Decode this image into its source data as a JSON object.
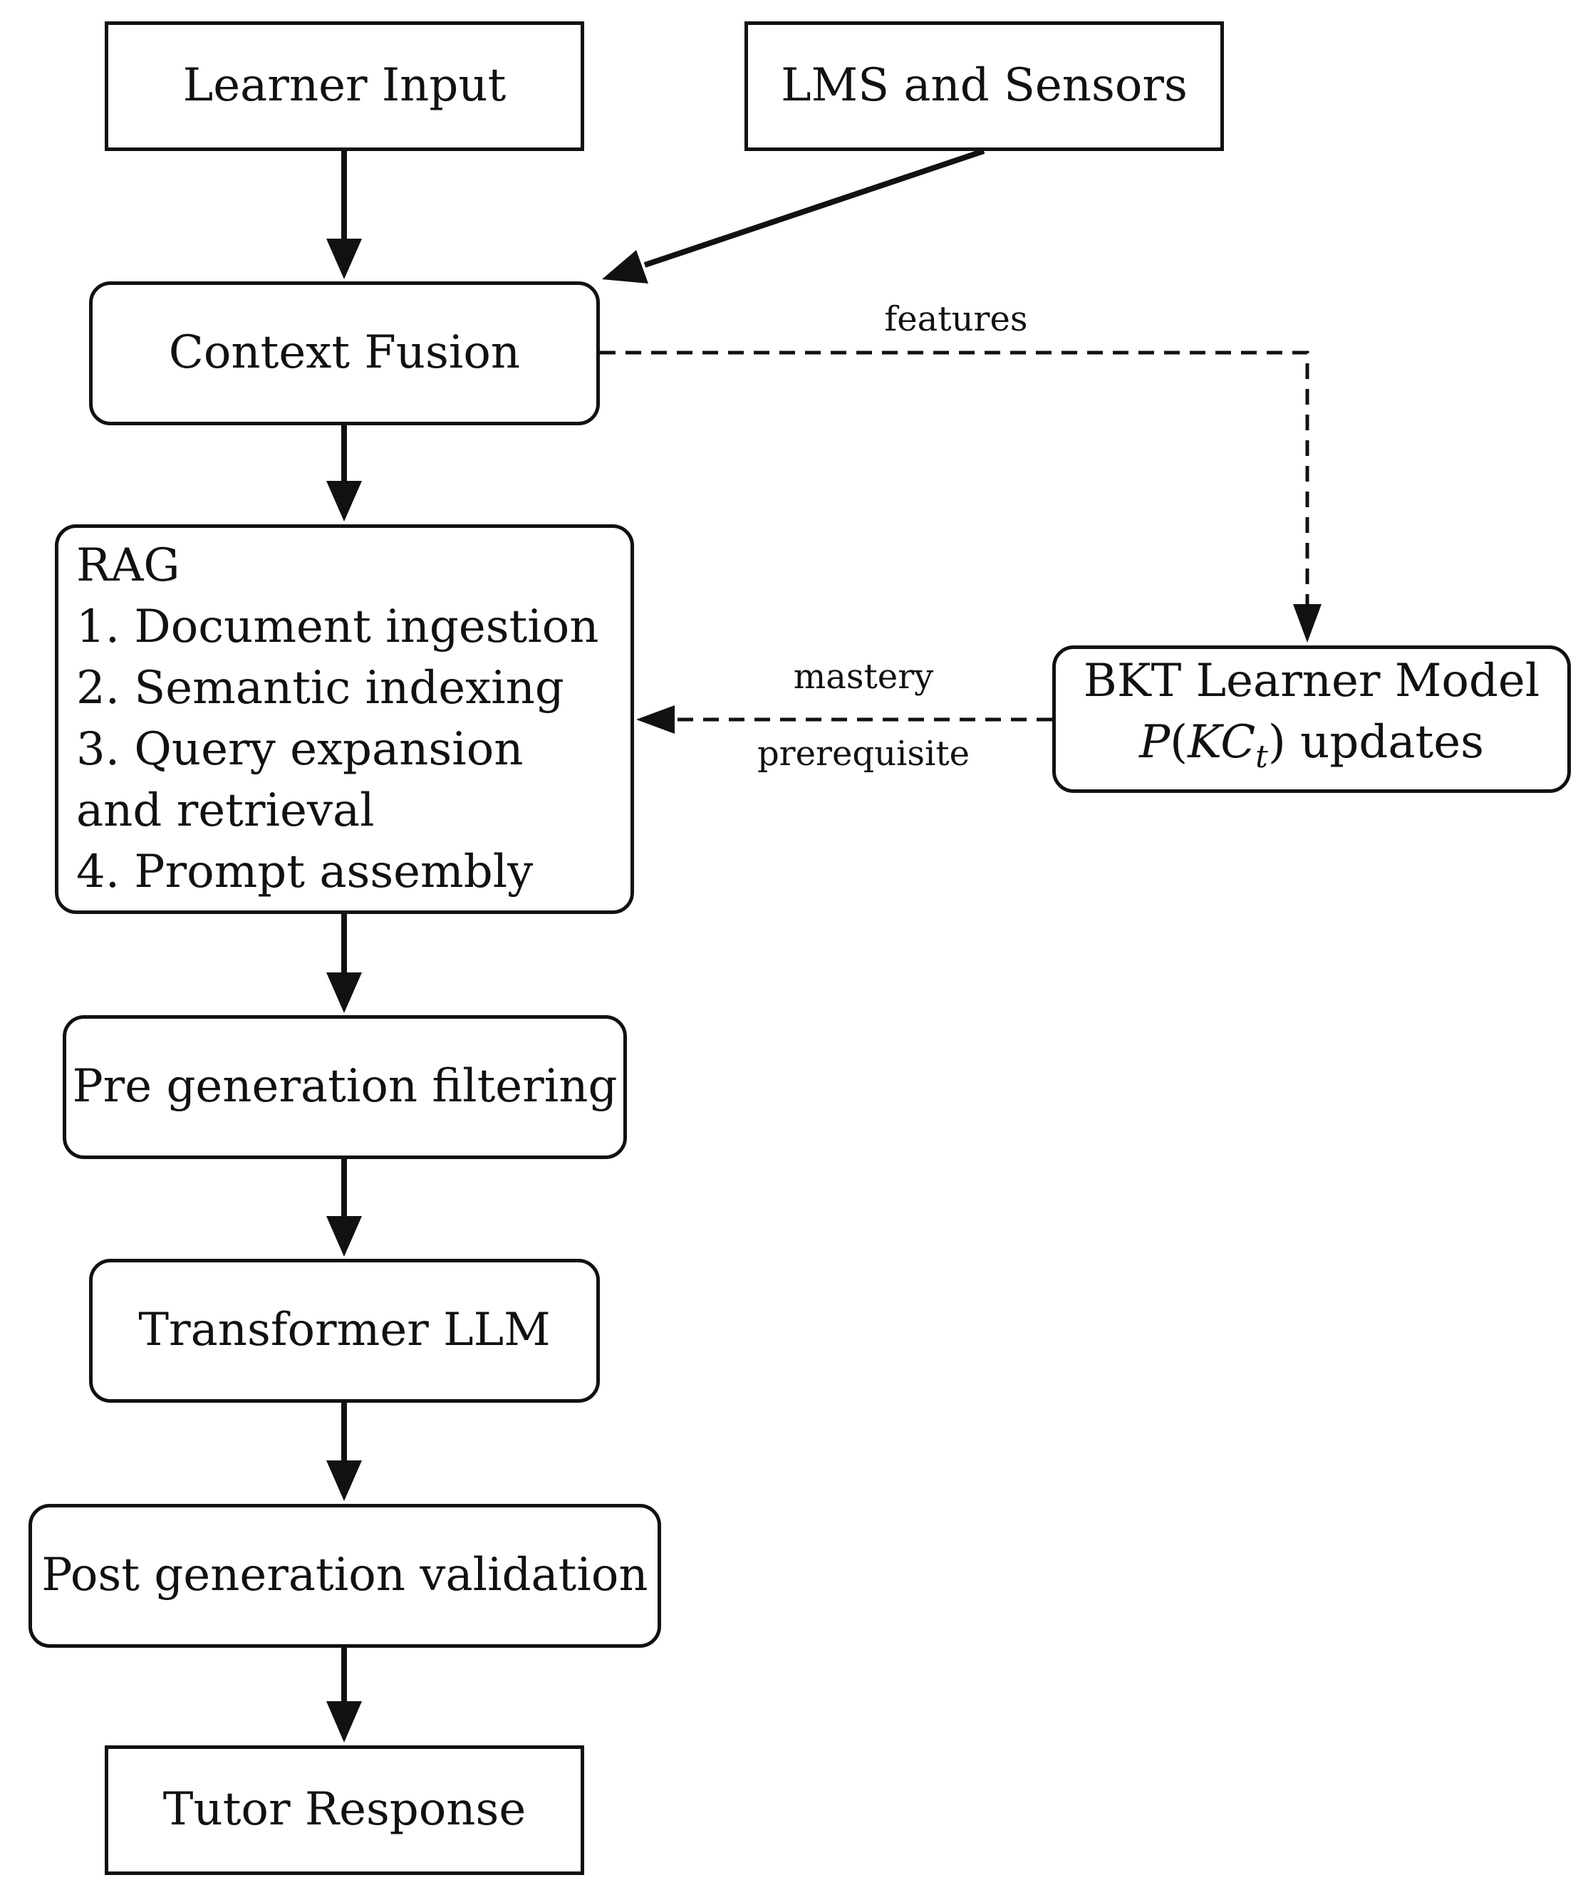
{
  "nodes": {
    "learner_input": "Learner Input",
    "lms_sensors": "LMS and Sensors",
    "context_fusion": "Context Fusion",
    "rag": {
      "title": "RAG",
      "steps": [
        "1.  Document ingestion",
        "2.  Semantic indexing",
        "3.  Query expansion",
        "and retrieval",
        "4.  Prompt assembly"
      ]
    },
    "bkt": {
      "title": "BKT Learner Model",
      "formula_p": "P",
      "formula_open": "(",
      "formula_kc": "KC",
      "formula_sub": "t",
      "formula_close": ")",
      "formula_suffix": " updates"
    },
    "pre_generation": "Pre generation filtering",
    "transformer": "Transformer LLM",
    "post_generation": "Post generation validation",
    "tutor_response": "Tutor Response"
  },
  "edge_labels": {
    "features": "features",
    "mastery": "mastery",
    "prerequisite": "prerequisite"
  },
  "colors": {
    "stroke": "#111111",
    "background": "#ffffff"
  }
}
